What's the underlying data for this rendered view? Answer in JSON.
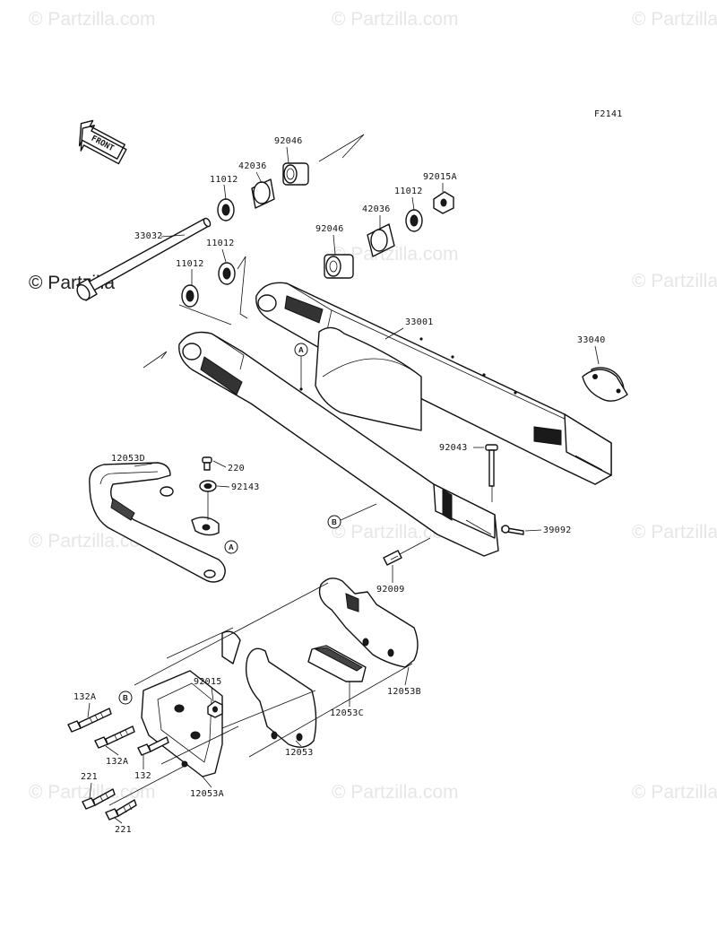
{
  "diagram_code": "F2141",
  "front_arrow": "FRONT",
  "watermark": "Partzilla",
  "watermark_main": "© Partzilla",
  "watermark_com": "© Partzilla.com",
  "callout_a": "A",
  "callout_b": "B",
  "labels": {
    "p92046_top": "92046",
    "p42036_top": "42036",
    "p11012_top": "11012",
    "p92015A": "92015A",
    "p11012_right": "11012",
    "p42036_right": "42036",
    "p92046_mid": "92046",
    "p33032": "33032",
    "p11012_mid": "11012",
    "p11012_left": "11012",
    "p33001": "33001",
    "p33040": "33040",
    "p92043": "92043",
    "p12053D": "12053D",
    "p220": "220",
    "p92143": "92143",
    "p39092": "39092",
    "p92009": "92009",
    "p12053B": "12053B",
    "p12053C": "12053C",
    "p132A_top": "132A",
    "p92015": "92015",
    "p132A_bot": "132A",
    "p12053": "12053",
    "p132": "132",
    "p221_top": "221",
    "p12053A": "12053A",
    "p221_bot": "221"
  }
}
